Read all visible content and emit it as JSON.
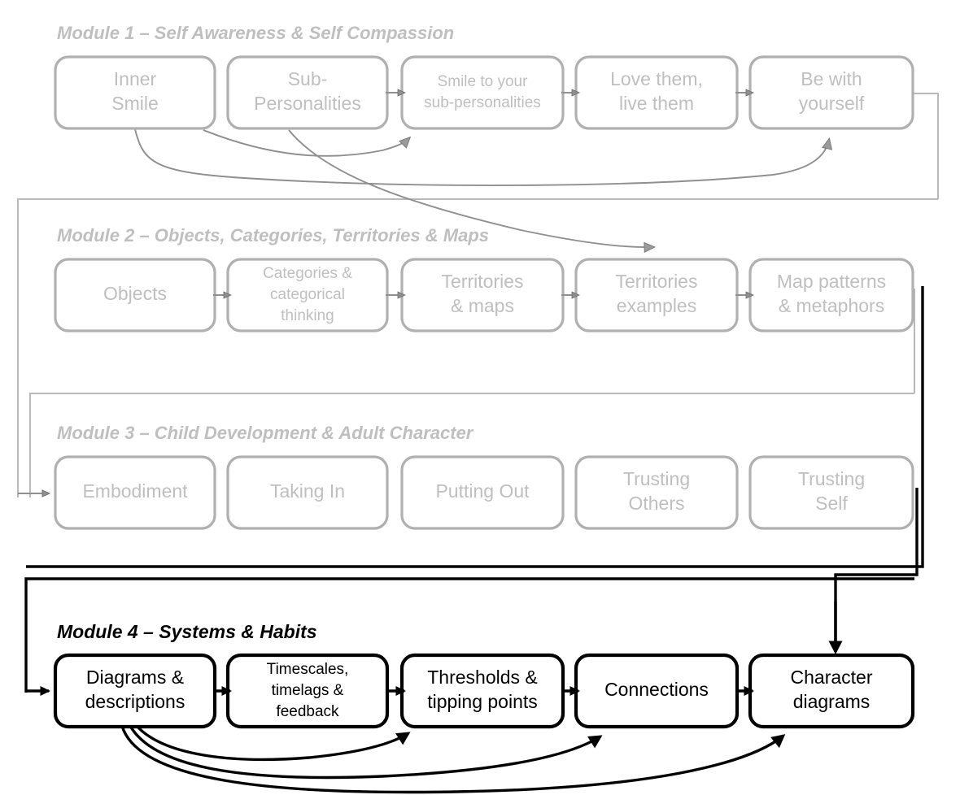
{
  "diagram": {
    "title_style": "italic-bold",
    "colors": {
      "dimmed": "#b0b0b0",
      "dimmed_text": "#bfbfbf",
      "dimmed_line": "#8a8a8a",
      "active": "#000000",
      "background": "#ffffff"
    },
    "modules": [
      {
        "id": "module-1",
        "title": "Module 1 – Self Awareness & Self Compassion",
        "state": "dimmed",
        "boxes": [
          {
            "id": "inner-smile",
            "lines": [
              "Inner",
              "Smile"
            ]
          },
          {
            "id": "sub-personalities",
            "lines": [
              "Sub-",
              "Personalities"
            ]
          },
          {
            "id": "smile-to-your-sub-personalities",
            "lines": [
              "Smile to your",
              "sub-personalities"
            ],
            "small": true
          },
          {
            "id": "love-them-live-them",
            "lines": [
              "Love them,",
              "live them"
            ]
          },
          {
            "id": "be-with-yourself",
            "lines": [
              "Be with",
              "yourself"
            ]
          }
        ],
        "inline_arrows": [
          1,
          2,
          3
        ]
      },
      {
        "id": "module-2",
        "title": "Module 2 – Objects, Categories, Territories & Maps",
        "state": "dimmed",
        "boxes": [
          {
            "id": "objects",
            "lines": [
              "Objects"
            ]
          },
          {
            "id": "categories-categorical-thinking",
            "lines": [
              "Categories &",
              "categorical",
              "thinking"
            ],
            "small": true
          },
          {
            "id": "territories-maps",
            "lines": [
              "Territories",
              "& maps"
            ]
          },
          {
            "id": "territories-examples",
            "lines": [
              "Territories",
              "examples"
            ]
          },
          {
            "id": "map-patterns-metaphors",
            "lines": [
              "Map patterns",
              "& metaphors"
            ]
          }
        ],
        "inline_arrows": [
          0,
          1,
          2,
          3
        ]
      },
      {
        "id": "module-3",
        "title": "Module 3 – Child Development & Adult Character",
        "state": "dimmed",
        "boxes": [
          {
            "id": "embodiment",
            "lines": [
              "Embodiment"
            ]
          },
          {
            "id": "taking-in",
            "lines": [
              "Taking In"
            ]
          },
          {
            "id": "putting-out",
            "lines": [
              "Putting Out"
            ]
          },
          {
            "id": "trusting-others",
            "lines": [
              "Trusting",
              "Others"
            ]
          },
          {
            "id": "trusting-self",
            "lines": [
              "Trusting",
              "Self"
            ]
          }
        ],
        "inline_arrows": []
      },
      {
        "id": "module-4",
        "title": "Module 4 – Systems & Habits",
        "state": "active",
        "boxes": [
          {
            "id": "diagrams-descriptions",
            "lines": [
              "Diagrams &",
              "descriptions"
            ]
          },
          {
            "id": "timescales-timelags-feedback",
            "lines": [
              "Timescales,",
              "timelags &",
              "feedback"
            ],
            "small": true
          },
          {
            "id": "thresholds-tipping-points",
            "lines": [
              "Thresholds &",
              "tipping points"
            ]
          },
          {
            "id": "connections",
            "lines": [
              "Connections"
            ]
          },
          {
            "id": "character-diagrams",
            "lines": [
              "Character",
              "diagrams"
            ]
          }
        ],
        "inline_arrows": [
          0,
          1,
          2,
          3
        ]
      }
    ],
    "cross_links": [
      {
        "id": "inner-smile-to-be-with-yourself",
        "from": "inner-smile",
        "to": "be-with-yourself",
        "style": "dimmed-curve"
      },
      {
        "id": "sub-personalities-to-smile-to-your-sub-personalities",
        "from": "sub-personalities",
        "to": "smile-to-your-sub-personalities",
        "style": "dimmed-curve"
      },
      {
        "id": "sub-personalities-to-territories-examples",
        "from": "sub-personalities",
        "to": "territories-examples",
        "style": "dimmed-curve"
      },
      {
        "id": "be-with-yourself-to-embodiment",
        "from": "be-with-yourself",
        "to": "embodiment",
        "style": "dimmed-orthogonal"
      },
      {
        "id": "map-patterns-to-embodiment",
        "from": "map-patterns-metaphors",
        "to": "embodiment",
        "style": "dimmed-orthogonal"
      },
      {
        "id": "map-patterns-to-diagrams-descriptions",
        "from": "map-patterns-metaphors",
        "to": "diagrams-descriptions",
        "style": "active-orthogonal"
      },
      {
        "id": "trusting-self-to-character-diagrams",
        "from": "trusting-self",
        "to": "character-diagrams",
        "style": "active-orthogonal"
      },
      {
        "id": "diagrams-to-thresholds",
        "from": "diagrams-descriptions",
        "to": "thresholds-tipping-points",
        "style": "active-curve"
      },
      {
        "id": "diagrams-to-connections",
        "from": "diagrams-descriptions",
        "to": "connections",
        "style": "active-curve"
      },
      {
        "id": "diagrams-to-character-diagrams",
        "from": "diagrams-descriptions",
        "to": "character-diagrams",
        "style": "active-curve"
      }
    ]
  }
}
